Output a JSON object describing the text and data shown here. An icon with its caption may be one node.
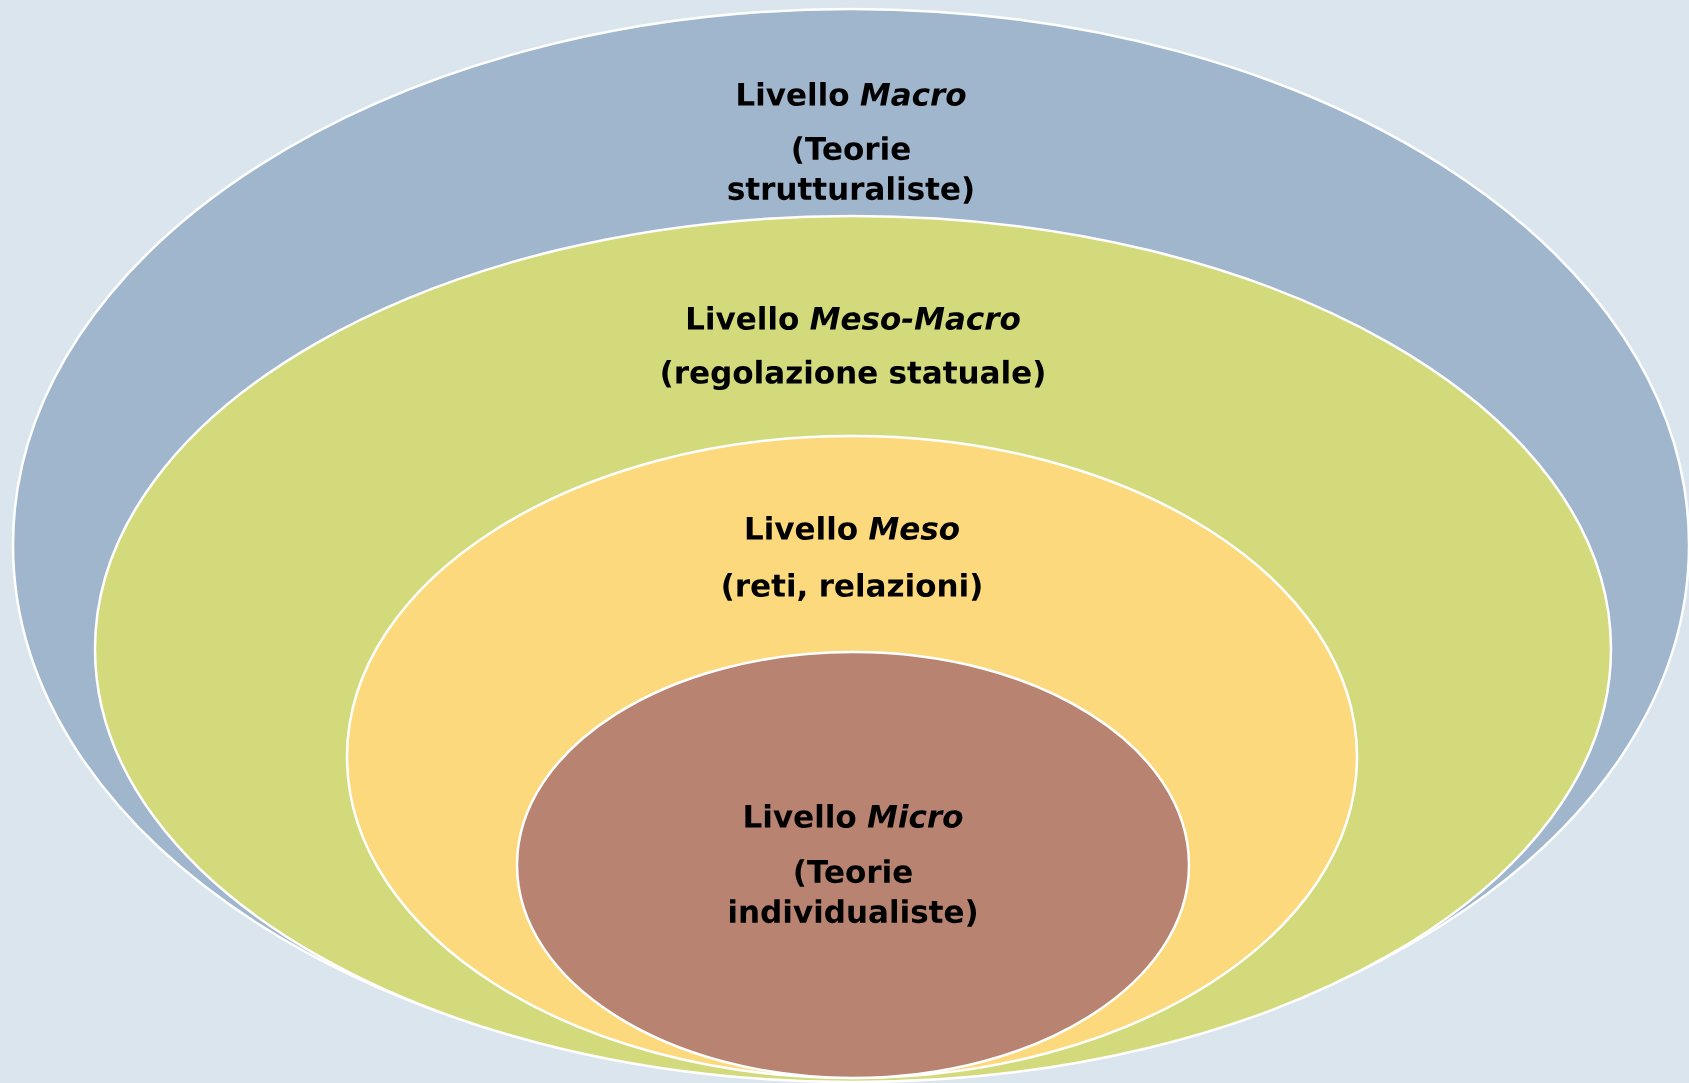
{
  "diagram": {
    "nodes": [
      {
        "text": [
          "Livello *Macro*",
          "(Teorie strutturaliste)"
        ]
      },
      {
        "text": [
          "Livello *Meso-Macro*",
          "(regolazione statuale)"
        ],
        "in": 0
      },
      {
        "text": [
          "Livello *Meso*",
          "(reti, relazioni)"
        ],
        "in": 1
      },
      {
        "text": [
          "Livello *Micro*",
          "(Teorie individualiste)"
        ],
        "in": 2
      }
    ]
  }
}
